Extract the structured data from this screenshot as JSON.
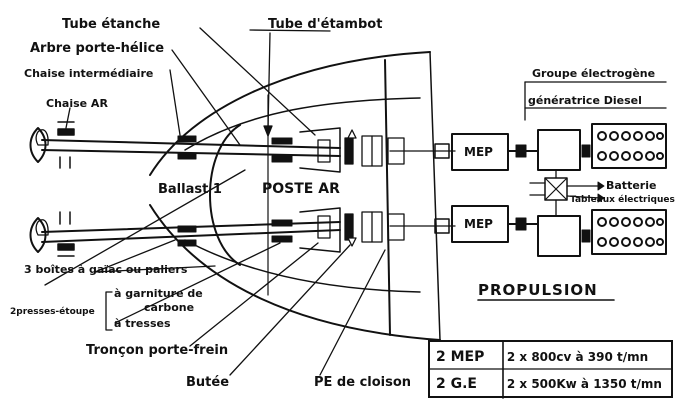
{
  "labels": {
    "tube_etanche": "Tube étanche",
    "tube_etambot": "Tube d'étambot",
    "arbre_porte_helice": "Arbre porte-hélice",
    "chaise_intermediaire": "Chaise intermédiaire",
    "chaise_ar": "Chaise AR",
    "ballast": "Ballast 1",
    "poste_ar": "POSTE AR",
    "groupe_electrogene": "Groupe électrogène",
    "generatrice_diesel": "génératrice  Diesel",
    "batterie": "Batterie",
    "tableaux_electriques": "Tableaux électriques",
    "mep_top": "MEP",
    "mep_bottom": "MEP",
    "propulsion": "PROPULSION",
    "boites_gaiac": "3 boîtes à gaïac ou paliers",
    "presses_etoupe": "2presses-étoupe",
    "garniture_line1": "à garniture de",
    "garniture_line2": "carbone",
    "tresses": "à tresses",
    "troncon_porte_frein": "Tronçon porte-frein",
    "butee": "Butée",
    "pe_de_cloison": "PE de cloison"
  },
  "table": {
    "rows": [
      {
        "qty": "2 MEP",
        "spec": "2 x 800cv à 390 t/mn"
      },
      {
        "qty": "2 G.E",
        "spec": "2 x 500Kw à 1350 t/mn"
      }
    ]
  }
}
